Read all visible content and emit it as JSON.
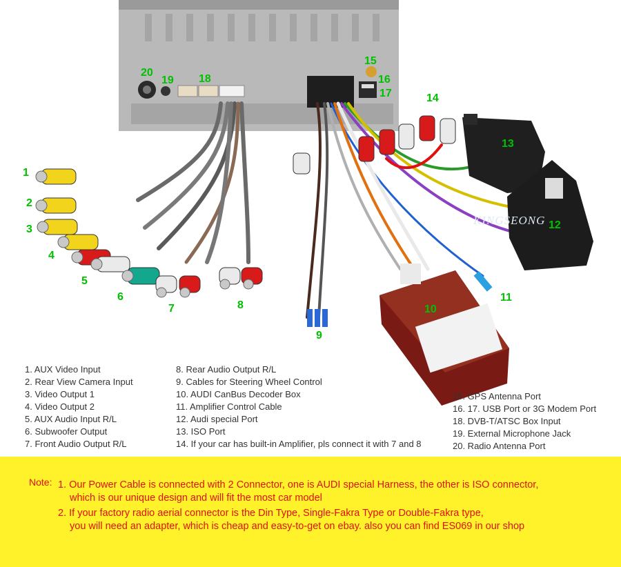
{
  "callouts": [
    "1",
    "2",
    "3",
    "4",
    "5",
    "6",
    "7",
    "8",
    "9",
    "10",
    "11",
    "12",
    "13",
    "14",
    "15",
    "16",
    "17",
    "19",
    "18",
    "20"
  ],
  "watermark": "KINGSEONG",
  "legend_left": [
    "1. AUX Video Input",
    "2. Rear View Camera Input",
    "3. Video Output 1",
    "4. Video Output 2",
    "5. AUX Audio Input R/L",
    "6. Subwoofer Output",
    "7. Front Audio Output R/L"
  ],
  "legend_mid": [
    "8. Rear Audio Output R/L",
    "9. Cables for Steering Wheel Control",
    "10. AUDI CanBus Decoder Box",
    "11. Amplifier Control Cable",
    "12. Audi special Port",
    "13. ISO Port",
    "14. If your car has built-in Amplifier, pls connect it with 7 and 8"
  ],
  "legend_right": [
    "15. GPS Antenna Port",
    "16. 17. USB Port or 3G Modem Port",
    "18. DVB-T/ATSC Box Input",
    "19. External Microphone Jack",
    "20. Radio Antenna Port"
  ],
  "note": {
    "label": "Note:",
    "lines": [
      "1. Our Power Cable is connected with 2 Connector, one is AUDI special Harness, the other is ISO connector,",
      "which is our unique design and will fit the most car model",
      "2. If your factory radio aerial connector is the Din Type, Single-Fakra Type or Double-Fakra type,",
      "you will need an adapter, which is cheap and easy-to-get on ebay. also you can find ES069 in our shop"
    ]
  },
  "colors": {
    "callout_green": "#00c000",
    "note_red": "#e01010",
    "note_bg": "#fff22a",
    "unit_metal": "#b8b8b8",
    "decoder_box": "#7a1a14"
  }
}
